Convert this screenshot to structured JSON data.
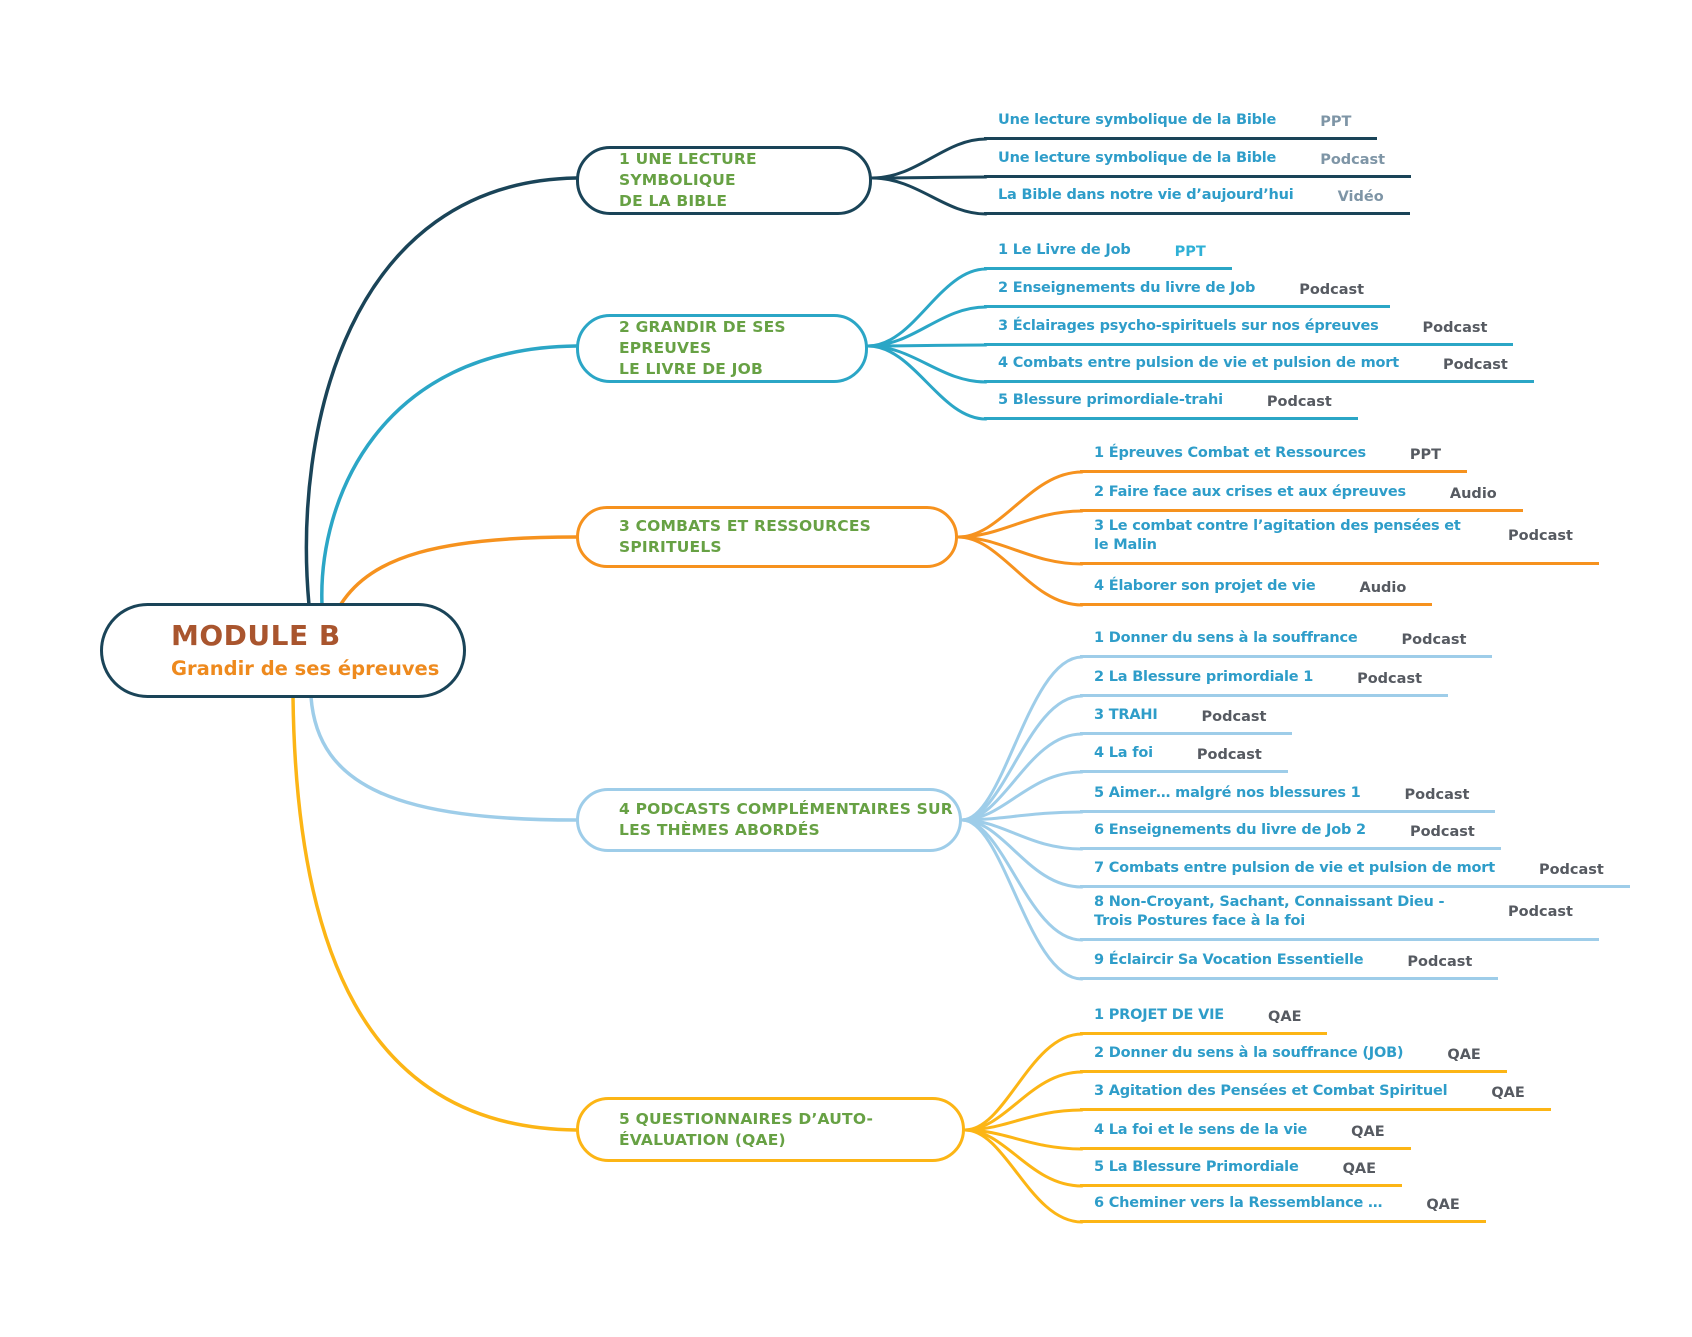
{
  "central": {
    "title": "MODULE B",
    "subtitle": "Grandir de ses épreuves"
  },
  "colors": {
    "background": "#ffffff",
    "navy": "#1a4458",
    "teal": "#2ba6c6",
    "orange": "#f6921e",
    "light_blue": "#9ecde9",
    "gold": "#fcb515",
    "topic_green": "#67a144",
    "leaf_blue": "#2e9dc9",
    "tag_gray": "#565a61",
    "tag_muted": "#7e95a6",
    "tag_cyan": "#2fb0d6",
    "heading_brown": "#a9552e",
    "subtitle_orange": "#ee8a1e"
  },
  "branches": [
    {
      "label": "1 UNE LECTURE SYMBOLIQUE\nDE LA BIBLE",
      "leaves": [
        {
          "title": "Une lecture symbolique de la Bible",
          "tag": "PPT"
        },
        {
          "title": "Une lecture symbolique de la Bible",
          "tag": "Podcast"
        },
        {
          "title": "La Bible dans notre vie d’aujourd’hui",
          "tag": "Vidéo"
        }
      ]
    },
    {
      "label": "2 GRANDIR DE SES EPREUVES\nLE LIVRE DE JOB",
      "leaves": [
        {
          "title": "1 Le Livre de Job",
          "tag": "PPT"
        },
        {
          "title": "2 Enseignements du livre de Job",
          "tag": "Podcast"
        },
        {
          "title": "3 Éclairages psycho-spirituels sur nos épreuves",
          "tag": "Podcast"
        },
        {
          "title": "4 Combats entre pulsion de vie et pulsion de mort",
          "tag": "Podcast"
        },
        {
          "title": "5 Blessure primordiale-trahi",
          "tag": "Podcast"
        }
      ]
    },
    {
      "label": "3 COMBATS ET RESSOURCES\nSPIRITUELS",
      "leaves": [
        {
          "title": "1 Épreuves Combat et Ressources",
          "tag": "PPT"
        },
        {
          "title": "2 Faire face aux crises et aux épreuves",
          "tag": "Audio"
        },
        {
          "title": "3 Le combat contre l’agitation des pensées et le Malin",
          "tag": "Podcast"
        },
        {
          "title": "4 Élaborer son projet de vie",
          "tag": "Audio"
        }
      ]
    },
    {
      "label": "4 PODCASTS COMPLÉMENTAIRES SUR\nLES THÈMES ABORDÉS",
      "leaves": [
        {
          "title": "1 Donner du sens à la souffrance",
          "tag": "Podcast"
        },
        {
          "title": "2 La Blessure primordiale 1",
          "tag": "Podcast"
        },
        {
          "title": "3 TRAHI",
          "tag": "Podcast"
        },
        {
          "title": "4 La foi",
          "tag": "Podcast"
        },
        {
          "title": "5 Aimer… malgré nos blessures 1",
          "tag": "Podcast"
        },
        {
          "title": "6 Enseignements du livre de Job 2",
          "tag": "Podcast"
        },
        {
          "title": "7 Combats entre pulsion de vie et pulsion de mort",
          "tag": "Podcast"
        },
        {
          "title": "8 Non-Croyant, Sachant, Connaissant Dieu - Trois Postures face à la foi",
          "tag": "Podcast"
        },
        {
          "title": "9 Éclaircir Sa Vocation Essentielle",
          "tag": "Podcast"
        }
      ]
    },
    {
      "label": "5 QUESTIONNAIRES D’AUTO-\nÉVALUATION (QAE)",
      "leaves": [
        {
          "title": "1 PROJET DE VIE",
          "tag": "QAE"
        },
        {
          "title": "2 Donner du sens à la souffrance (JOB)",
          "tag": "QAE"
        },
        {
          "title": "3 Agitation des Pensées et Combat Spirituel",
          "tag": "QAE"
        },
        {
          "title": "4 La foi et le sens de la vie",
          "tag": "QAE"
        },
        {
          "title": "5 La Blessure Primordiale",
          "tag": "QAE"
        },
        {
          "title": "6 Cheminer vers la Ressemblance …",
          "tag": "QAE"
        }
      ]
    }
  ]
}
